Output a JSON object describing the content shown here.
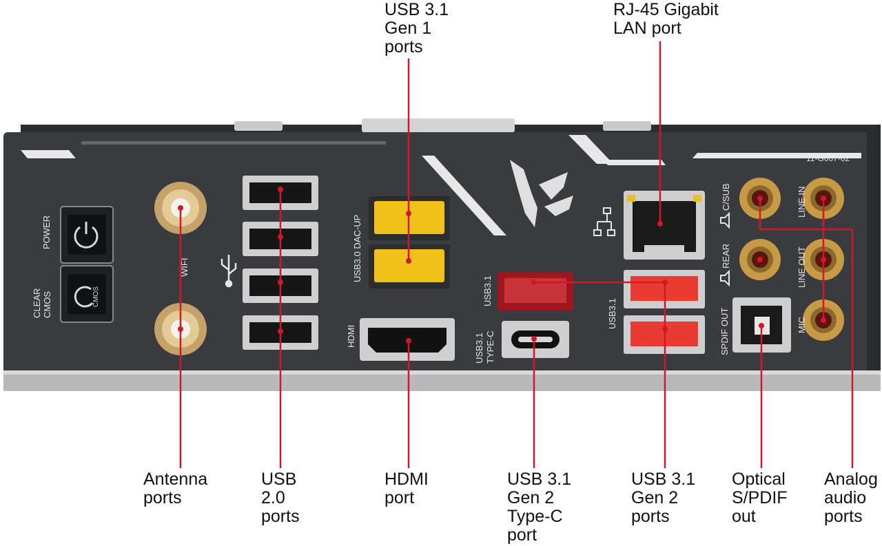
{
  "colors": {
    "accent_line": "#d3172b",
    "panel": "#3a3b3f",
    "usb31_gen1": "#f0c219",
    "usb31_gen2": "#e93b33",
    "audio_gold": "#c89a45"
  },
  "callouts": {
    "usb31_gen1_ports": "USB 3.1\nGen 1\nports",
    "rj45_port": "RJ-45 Gigabit\nLAN port",
    "antenna_ports": "Antenna\nports",
    "usb20_ports": "USB\n2.0\nports",
    "hdmi_port": "HDMI\nport",
    "usb31_gen2_typec": "USB 3.1\nGen 2\nType-C\nport",
    "usb31_gen2_ports": "USB 3.1\nGen 2\nports",
    "optical_spdif": "Optical\nS/PDIF\nout",
    "analog_audio": "Analog\naudio\nports"
  },
  "panel_labels": {
    "part_number": "11-G007-02",
    "power": "POWER",
    "clear_cmos": "CLEAR\nCMOS",
    "cmos_button": "CMOS",
    "wifi": "WIFI",
    "usb30_dac_up": "USB3.0 DAC-UP",
    "hdmi": "HDMI",
    "usb31_a": "USB3.1",
    "usb31_typec": "USB3.1\nTYPE-C",
    "usb31_b": "USB3.1",
    "c_sub": "C/SUB",
    "rear": "REAR",
    "spdif_out": "SPDIF OUT",
    "line_in": "LINE IN",
    "line_out": "LINE OUT",
    "mic": "MIC"
  },
  "icons": {
    "usb_symbol": "usb-icon",
    "network_symbol": "network-icon",
    "speaker_symbol": "speaker-icon",
    "power_symbol": "power-icon",
    "reset_symbol": "reset-icon",
    "brand_logo": "eagle-logo-icon"
  }
}
